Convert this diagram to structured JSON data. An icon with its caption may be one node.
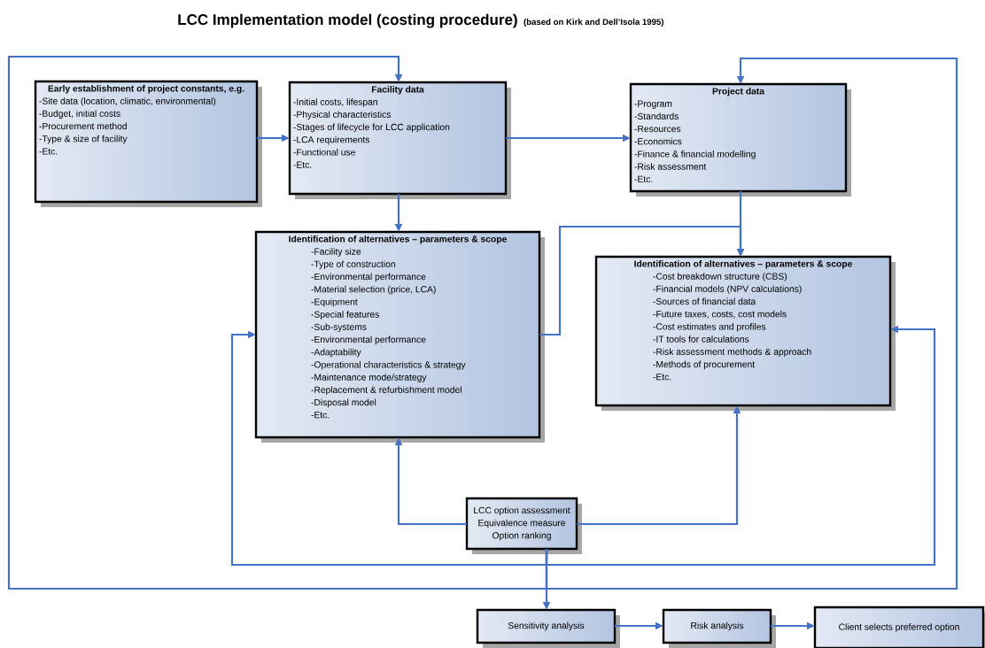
{
  "diagram": {
    "title": "LCC Implementation model (costing procedure)",
    "nodes": [
      {
        "text": [
          "Early establishment of project constants, e.g.",
          "-Site data (location, climatic, environmental)",
          "-Budget, initial costs",
          "-Procurement method",
          "-Type & size of facility",
          "-Etc."
        ]
      },
      {
        "text": [
          "Facility data",
          "-Initial costs, lifespan",
          "-Physical characteristics",
          "-Stages of lifecycle for LCC application",
          "-LCA requirements",
          "-Functional use",
          "-Etc."
        ]
      },
      {
        "text": [
          "Project data",
          "-Program",
          "-Standards",
          "-Resources",
          "-Economics",
          "-Finance & financial modelling",
          "-Risk assessment",
          "-Etc."
        ]
      },
      {
        "text": [
          "Identification of alternatives – parameters & scope",
          "-Facility size",
          "-Type of construction",
          "-Environmental performance",
          "-Material selection (price, LCA)",
          "-Equipment",
          "-Special features",
          "-Sub-systems",
          "-Environmental performance",
          "-Adaptability",
          "-Operational characteristics & strategy",
          "-Maintenance mode/strategy",
          "-Replacement & refurbishment model",
          "-Disposal model",
          "-Etc."
        ]
      },
      {
        "text": [
          "Identification of alternatives – parameters & scope",
          "-Cost breakdown structure (CBS)",
          "-Financial models (NPV calculations)",
          "-Sources of financial data",
          "-Future taxes, costs, cost models",
          "-Cost estimates and profiles",
          "-IT tools for calculations",
          "-Risk assessment methods & approach",
          "-Methods of procurement",
          "-Etc."
        ]
      },
      {
        "text": [
          "LCC option assessment",
          "Equivalence measure",
          "Option ranking"
        ]
      },
      {
        "text": [
          "Sensitivity analysis"
        ]
      },
      {
        "text": [
          "Risk analysis"
        ]
      },
      {
        "text": [
          "Client selects preferred option"
        ]
      }
    ],
    "edges": [
      {
        "from": 0,
        "to": 1,
        "arrow": "to"
      },
      {
        "from": 1,
        "to": 2,
        "arrow": "to"
      },
      {
        "from": 1,
        "to": 3,
        "arrow": "to"
      },
      {
        "from": 2,
        "to": 4,
        "arrow": "to"
      },
      {
        "from": 3,
        "to": 4,
        "arrow": "to"
      },
      {
        "from": 5,
        "to": 3,
        "arrow": "to"
      },
      {
        "from": 5,
        "to": 4,
        "arrow": "to"
      },
      {
        "from": 5,
        "to": 6,
        "arrow": "to"
      },
      {
        "from": 6,
        "to": 7,
        "arrow": "to"
      },
      {
        "from": 7,
        "to": 8,
        "arrow": "to"
      },
      {
        "from": 5,
        "to": 1,
        "arrow": "to"
      },
      {
        "from": 5,
        "to": 2,
        "arrow": "to"
      },
      {
        "from": 5,
        "to": 3,
        "arrow": "to"
      },
      {
        "from": 5,
        "to": 4,
        "arrow": "to"
      }
    ],
    "labels": [
      "(based on Kirk and Dell’Isola 1995)"
    ]
  }
}
